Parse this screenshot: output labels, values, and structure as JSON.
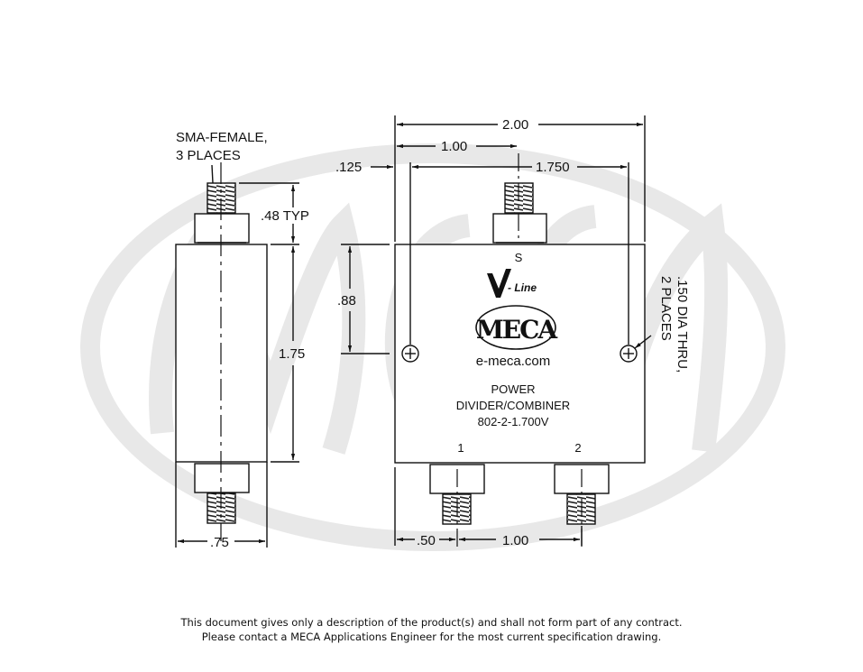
{
  "drawing": {
    "part_number": "802-2-1.700V",
    "product_line": "V-Line",
    "brand": "MECA",
    "website": "e-meca.com",
    "product_type_line1": "POWER",
    "product_type_line2": "DIVIDER/COMBINER",
    "colors": {
      "line": "#111111",
      "watermark": "#e6e6e6",
      "background": "#ffffff"
    }
  },
  "side_view": {
    "connector_note_line1": "SMA-FEMALE,",
    "connector_note_line2": "3 PLACES",
    "connector_height": ".48 TYP",
    "body_height": "1.75",
    "body_width": ".75"
  },
  "front_view": {
    "overall_width": "2.00",
    "center_offset": "1.00",
    "hole_spacing": "1.750",
    "hole_edge_offset": ".125",
    "hole_height": ".88",
    "hole_note_line1": ".150 DIA THRU,",
    "hole_note_line2": "2 PLACES",
    "port_s": "S",
    "port_1": "1",
    "port_2": "2",
    "port1_offset": ".50",
    "port_spacing": "1.00"
  },
  "footer": {
    "line1": "This document gives only a description of the product(s) and shall not form part of any contract.",
    "line2": "Please contact a MECA Applications Engineer for the most current specification drawing."
  }
}
